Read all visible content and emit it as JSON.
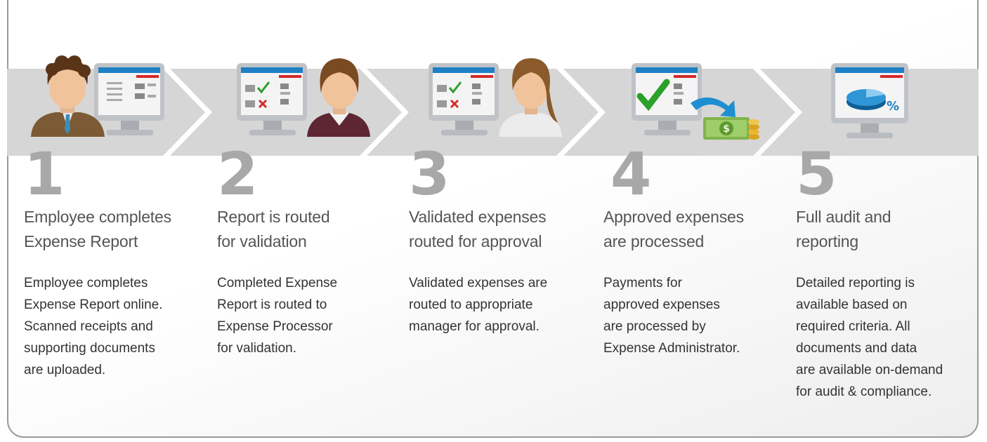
{
  "colors": {
    "arrow_band": "#d6d6d6",
    "step_number": "#a8a8a8",
    "monitor_bar": "#1e7fc4",
    "check": "#2aa12a",
    "cross": "#d42a2a"
  },
  "steps": [
    {
      "number": "1",
      "title_lines": [
        "Employee completes",
        "Expense Report"
      ],
      "desc_lines": [
        "Employee completes",
        "Expense Report online.",
        "Scanned receipts and",
        "supporting documents",
        "are uploaded."
      ],
      "icon": "employee-with-monitor"
    },
    {
      "number": "2",
      "title_lines": [
        "Report is routed",
        "for validation"
      ],
      "desc_lines": [
        "Completed Expense",
        "Report is routed to",
        "Expense Processor",
        "for validation."
      ],
      "icon": "monitor-checklist-with-processor"
    },
    {
      "number": "3",
      "title_lines": [
        "Validated expenses",
        "routed for approval"
      ],
      "desc_lines": [
        "Validated expenses are",
        "routed to appropriate",
        "manager for approval."
      ],
      "icon": "monitor-checklist-with-manager"
    },
    {
      "number": "4",
      "title_lines": [
        "Approved expenses",
        "are processed"
      ],
      "desc_lines": [
        "Payments for",
        "approved expenses",
        "are processed by",
        "Expense Administrator."
      ],
      "icon": "monitor-check-with-money"
    },
    {
      "number": "5",
      "title_lines": [
        "Full audit and",
        "reporting"
      ],
      "desc_lines": [
        "Detailed reporting is",
        "available based on",
        "required criteria. All",
        "documents and data",
        "are available on-demand",
        "for audit & compliance."
      ],
      "icon": "monitor-pie-chart",
      "pie_label": "%"
    }
  ]
}
